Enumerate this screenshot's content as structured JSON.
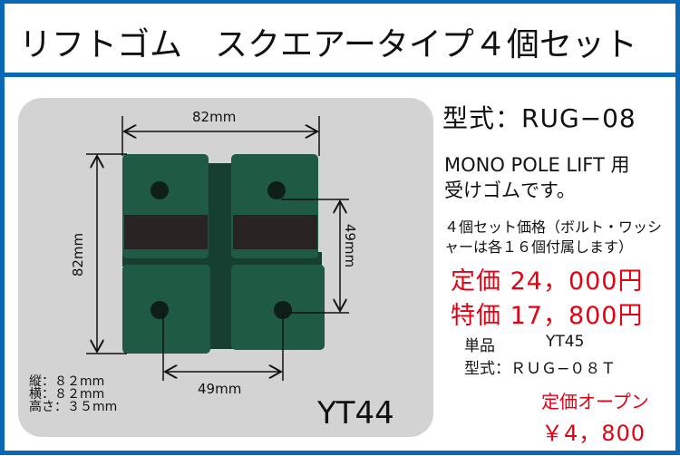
{
  "title": "リフトゴム　スクエアータイプ４個セット",
  "product_image": {
    "width_label": "82mm",
    "height_label": "82mm",
    "inner_height_label": "49mm",
    "inner_width_label": "49mm",
    "model_code": "YT44",
    "rubber_color": "#1f5a45"
  },
  "dimensions": [
    "縦：８２mm",
    "横：８２mm",
    "高さ：３５mm"
  ],
  "model": "型式：RUG−08",
  "description": [
    "MONO POLE LIFT 用",
    "受けゴムです。"
  ],
  "set_note": [
    "４個セット価格（ボルト・ワッシ",
    "ャーは各１６個付属します）"
  ],
  "list_price": "定価 24，000円",
  "special_price": "特価 17，800円",
  "single": {
    "label": "単品",
    "code": "YT45",
    "model": "型式：ＲＵＧ−０８Ｔ",
    "list_price": "定価オープン",
    "price": "￥4，800"
  },
  "colors": {
    "border": "#0a68b4",
    "price": "#e60012",
    "panel": "#d3d3d3"
  }
}
